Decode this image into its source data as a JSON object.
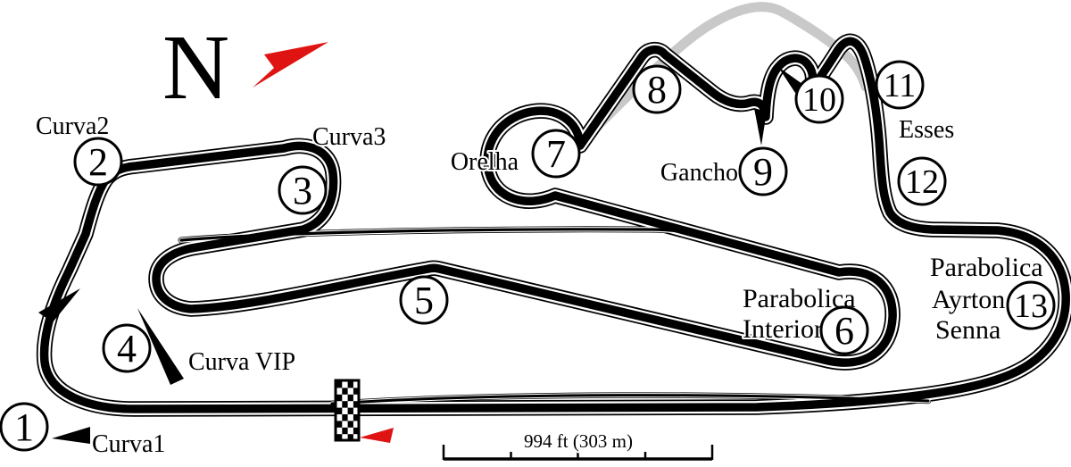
{
  "compass": {
    "letter": "N"
  },
  "scale_bar": {
    "label": "994 ft (303 m)"
  },
  "colors": {
    "track": "#000000",
    "casing": "#ffffff",
    "alternate_layout": "#c9c9c9",
    "accent_red": "#e01313"
  },
  "turns": [
    {
      "number": "1",
      "name": "Curva1"
    },
    {
      "number": "2",
      "name": "Curva2"
    },
    {
      "number": "3",
      "name": "Curva3"
    },
    {
      "number": "4"
    },
    {
      "number": "5"
    },
    {
      "number": "6",
      "name": "Parabolica Interior",
      "name_lines": [
        "Parabolica",
        "Interior"
      ]
    },
    {
      "number": "7",
      "name": "Orelha"
    },
    {
      "number": "8"
    },
    {
      "number": "9",
      "name": "Gancho"
    },
    {
      "number": "10"
    },
    {
      "number": "11",
      "name": "Esses"
    },
    {
      "number": "12"
    },
    {
      "number": "13",
      "name": "Parabolica Ayrton Senna",
      "name_lines": [
        "Parabolica",
        "Ayrton",
        "Senna"
      ]
    }
  ],
  "extra_labels": {
    "curva_vip": "Curva VIP"
  }
}
